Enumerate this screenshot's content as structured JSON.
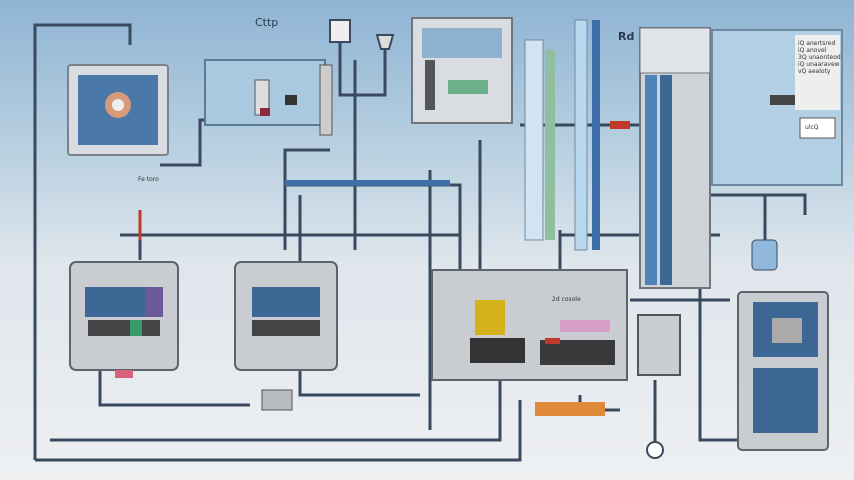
{
  "diagram": {
    "title_label": "Cttp",
    "subtitle_label": "Rd",
    "panel_label": "2d cosole",
    "header_note": "Fe toro",
    "side_notes": [
      "iQ anertsred",
      "iQ anovel",
      "3Q unaonteod",
      "iQ unaaravew",
      "vQ aealoty"
    ],
    "side_badge": "ulcQ",
    "colors": {
      "pipe": "#3a4a5e",
      "accent_blue": "#3f6fa8",
      "accent_red": "#c0392b",
      "panel": "#c9ccd0",
      "screen": "#3d6896",
      "yellow": "#d4b21c"
    }
  },
  "components": {
    "monitor_left": "monitor",
    "controller_top": "controller",
    "control_unit_1": "control unit",
    "control_unit_2": "control unit",
    "main_panel": "main control panel",
    "tower": "vertical column",
    "right_cabinet": "display cabinet"
  }
}
